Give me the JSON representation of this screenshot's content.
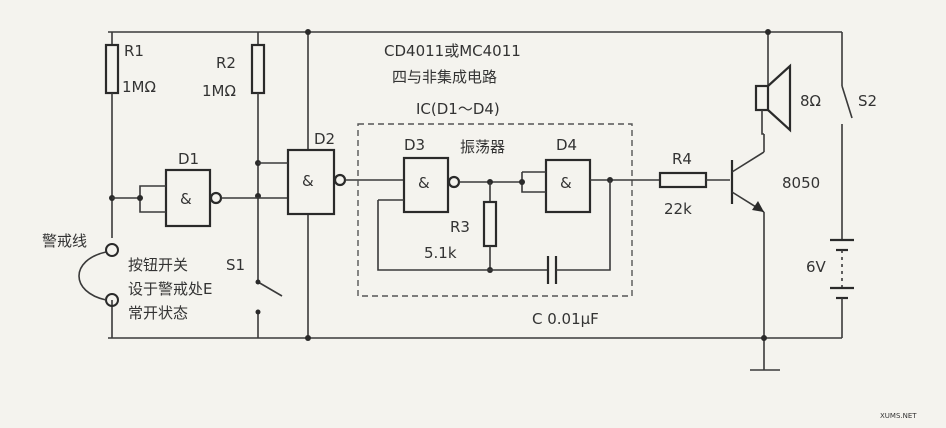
{
  "ic_title_line1": "CD4011或MC4011",
  "ic_title_line2": "四与非集成电路",
  "ic_block_label": "IC(D1～D4)",
  "oscillator_label": "振荡器",
  "r1": {
    "name": "R1",
    "value": "1MΩ"
  },
  "r2": {
    "name": "R2",
    "value": "1MΩ"
  },
  "r3": {
    "name": "R3",
    "value": "5.1k"
  },
  "r4": {
    "name": "R4",
    "value": "22k"
  },
  "capacitor": "C 0.01μF",
  "gates": {
    "d1": "D1",
    "d2": "D2",
    "d3": "D3",
    "d4": "D4",
    "symbol": "&"
  },
  "transistor": "8050",
  "speaker": "8Ω",
  "switch_s2": "S2",
  "switch_s1": "S1",
  "battery": "6V",
  "alarm_wire": "警戒线",
  "note_line1": "按钮开关",
  "note_line2": "设于警戒处E",
  "note_line3": "常开状态",
  "watermark": "XUMS.NET"
}
